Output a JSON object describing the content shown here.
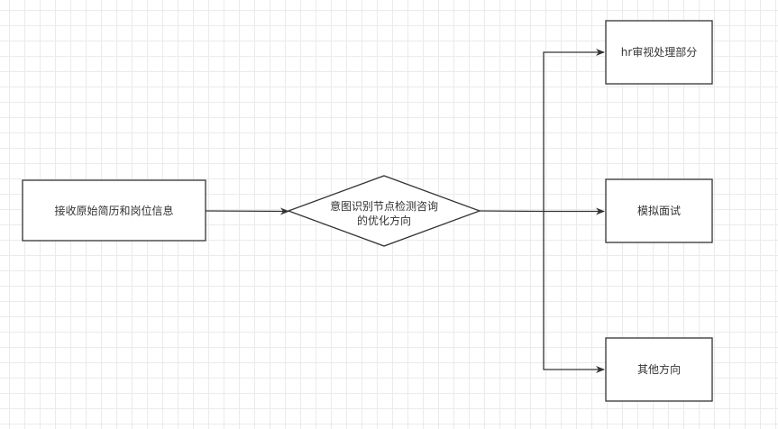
{
  "nodes": {
    "start": {
      "label": "接收原始简历和岗位信息"
    },
    "decision": {
      "line1": "意图识别节点检测咨询",
      "line2": "的优化方向"
    },
    "hr": {
      "label": "hr审视处理部分"
    },
    "interview": {
      "label": "模拟面试"
    },
    "other": {
      "label": "其他方向"
    }
  },
  "colors": {
    "stroke": "#333333",
    "fill": "#ffffff",
    "grid": "#ebebeb"
  }
}
